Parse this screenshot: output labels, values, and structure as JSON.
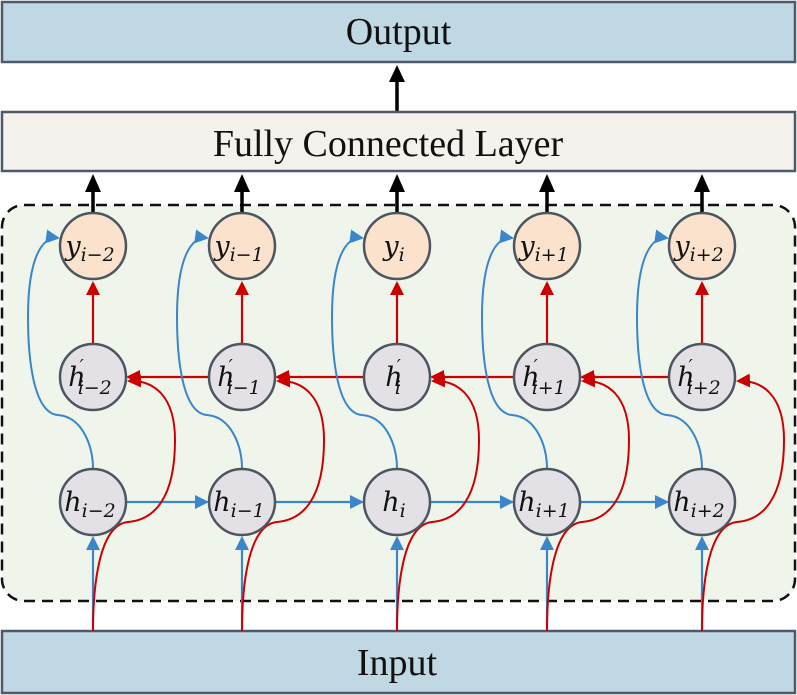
{
  "diagram": {
    "output_label": "Output",
    "fc_label": "Fully Connected Layer",
    "input_label": "Input",
    "colors": {
      "io_box_fill": "#c0d8e3",
      "fc_box_fill": "#f5f1ec",
      "box_stroke": "#4d5a6a",
      "region_fill": "#f0f5ec",
      "region_stroke": "#111111",
      "y_node_fill": "#fbe2cc",
      "h_node_fill": "#e3e1e6",
      "node_stroke": "#4d5560",
      "forward_color": "#3a86c8",
      "backward_color": "#cc0000",
      "black_arrow": "#000000"
    },
    "columns": [
      {
        "y": {
          "base": "y",
          "sub": "i−2"
        },
        "hb": {
          "base": "h",
          "prime": "′",
          "sub": "i−2"
        },
        "h": {
          "base": "h",
          "sub": "i−2"
        }
      },
      {
        "y": {
          "base": "y",
          "sub": "i−1"
        },
        "hb": {
          "base": "h",
          "prime": "′",
          "sub": "i−1"
        },
        "h": {
          "base": "h",
          "sub": "i−1"
        }
      },
      {
        "y": {
          "base": "y",
          "sub": "i"
        },
        "hb": {
          "base": "h",
          "prime": "′",
          "sub": "i"
        },
        "h": {
          "base": "h",
          "sub": "i"
        }
      },
      {
        "y": {
          "base": "y",
          "sub": "i+1"
        },
        "hb": {
          "base": "h",
          "prime": "′",
          "sub": "i+1"
        },
        "h": {
          "base": "h",
          "sub": "i+1"
        }
      },
      {
        "y": {
          "base": "y",
          "sub": "i+2"
        },
        "hb": {
          "base": "h",
          "prime": "′",
          "sub": "i+2"
        },
        "h": {
          "base": "h",
          "sub": "i+2"
        }
      }
    ]
  }
}
